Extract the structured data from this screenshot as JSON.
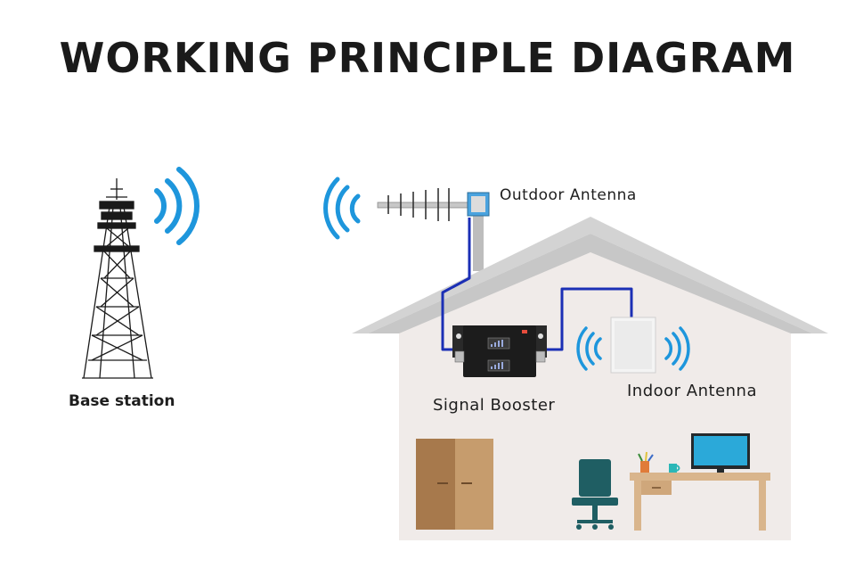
{
  "title": "WORKING PRINCIPLE DIAGRAM",
  "labels": {
    "base_station": "Base station",
    "outdoor_antenna": "Outdoor Antenna",
    "signal_booster": "Signal Booster",
    "indoor_antenna": "Indoor Antenna"
  },
  "colors": {
    "signal_wave": "#1e96dc",
    "cable": "#1b2fb5",
    "house_wall": "#f1ecea",
    "roof": "#d2d2d2",
    "cabinet": "#c49a6c",
    "chair": "#1f5e63",
    "desk": "#d9b58c",
    "monitor": "#2aa8d8"
  },
  "icons": {
    "tower": "cell-tower-icon",
    "yagi": "yagi-antenna-icon",
    "booster": "signal-booster-icon",
    "panel": "panel-antenna-icon"
  }
}
